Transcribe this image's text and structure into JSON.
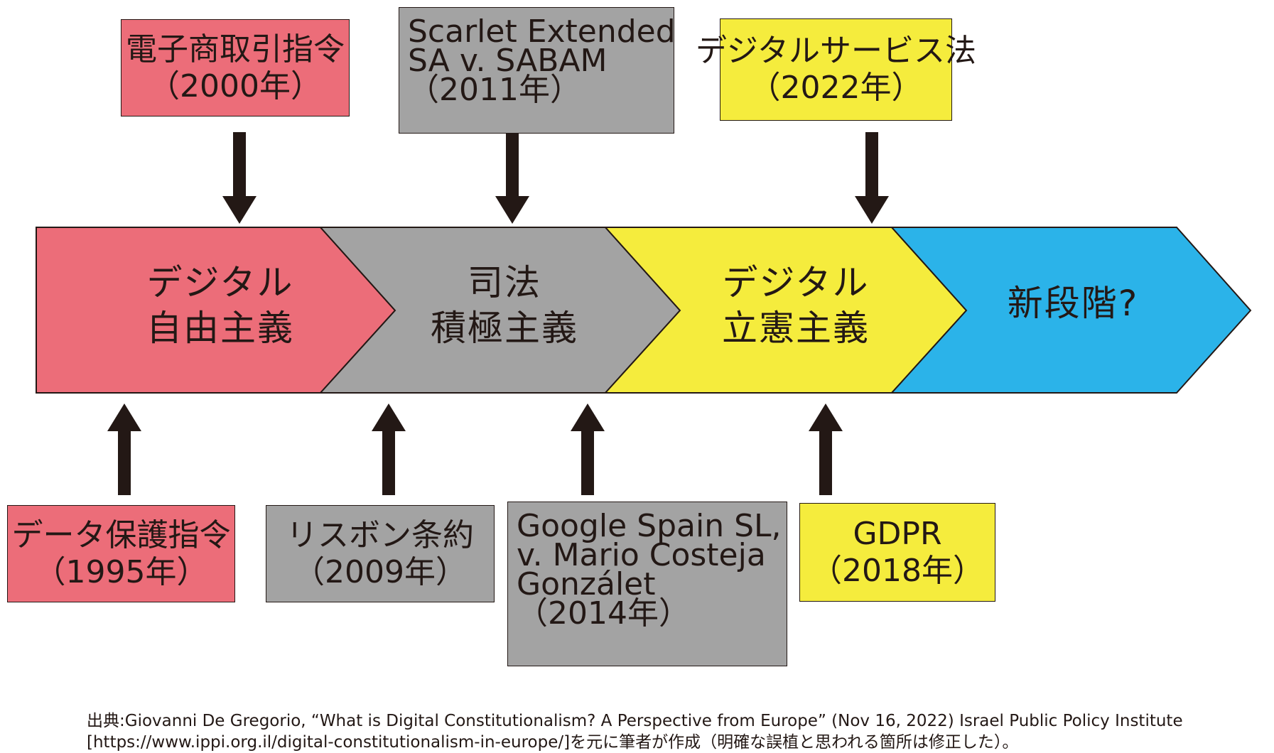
{
  "stages": [
    {
      "line1": "デジタル",
      "line2": "自由主義",
      "color": "#ec6d79"
    },
    {
      "line1": "司法",
      "line2": "積極主義",
      "color": "#a3a3a3"
    },
    {
      "line1": "デジタル",
      "line2": "立憲主義",
      "color": "#f5ec3d"
    },
    {
      "line1": "新段階?",
      "line2": "",
      "color": "#2bb3e9"
    }
  ],
  "top_events": [
    {
      "lines": [
        "電子商取引指令",
        "（2000年）"
      ]
    },
    {
      "lines": [
        "Scarlet Extended",
        "SA v. SABAM",
        "（2011年）"
      ]
    },
    {
      "lines": [
        "デジタルサービス法",
        "（2022年）"
      ]
    }
  ],
  "bottom_events": [
    {
      "lines": [
        "データ保護指令",
        "（1995年）"
      ]
    },
    {
      "lines": [
        "リスボン条約",
        "（2009年）"
      ]
    },
    {
      "lines": [
        "Google Spain SL,",
        "v. Mario Costeja",
        "Gonzálet",
        "（2014年）"
      ]
    },
    {
      "lines": [
        "GDPR",
        "（2018年）"
      ]
    }
  ],
  "source": {
    "line1": "出典:Giovanni De Gregorio, “What is Digital Constitutionalism? A Perspective from Europe” (Nov 16, 2022) Israel Public Policy Institute",
    "line2": "[https://www.ippi.org.il/digital-constitutionalism-in-europe/]を元に筆者が作成（明確な誤植と思われる箇所は修正した）。"
  },
  "colors": {
    "arrow": "#231815",
    "outline": "#231815"
  }
}
